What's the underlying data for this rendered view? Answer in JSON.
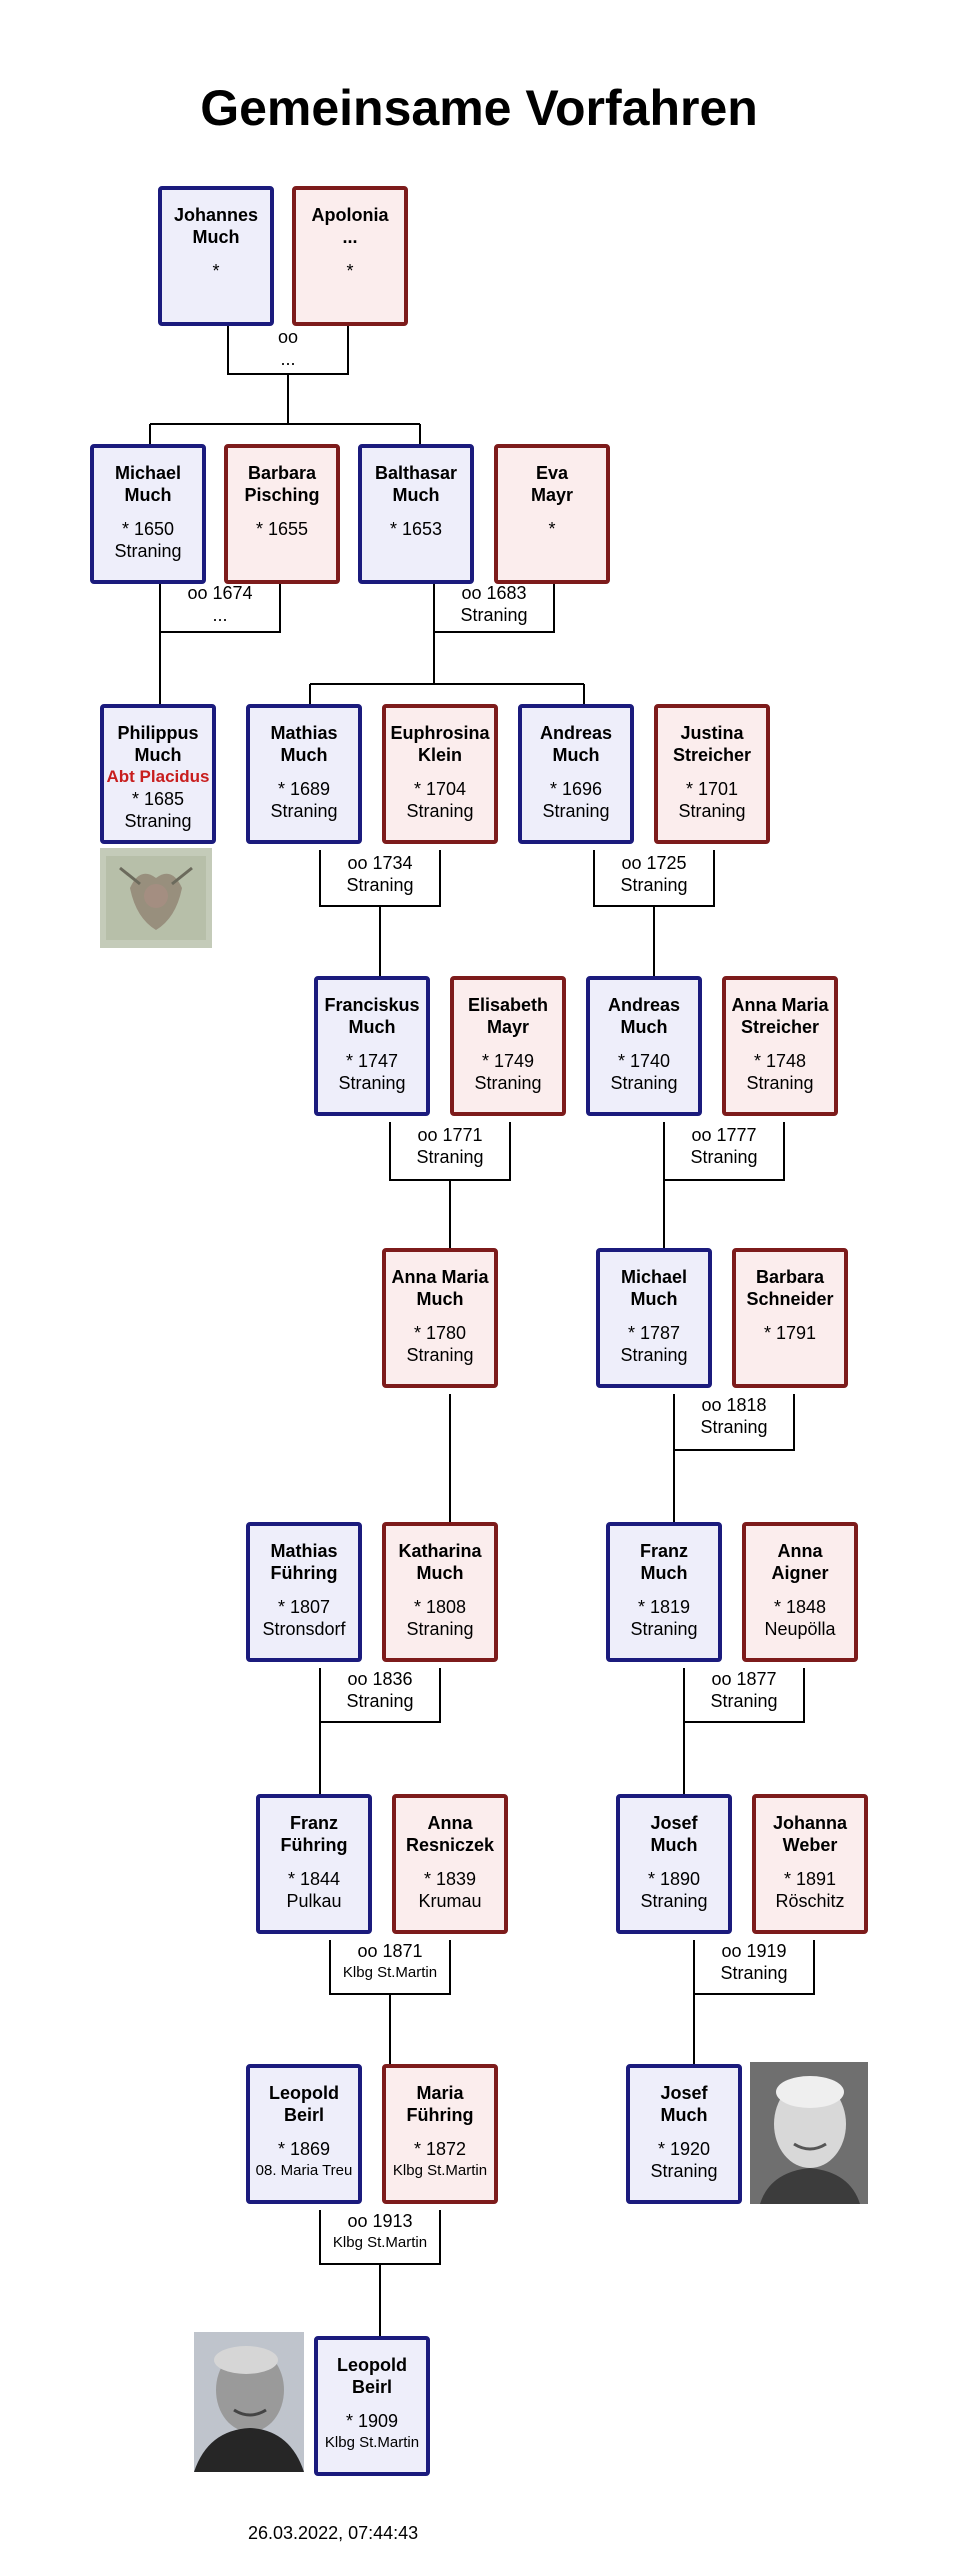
{
  "title": "Gemeinsame Vorfahren",
  "timestamp": "26.03.2022, 07:44:43",
  "persons": {
    "johannes": {
      "name1": "Johannes",
      "name2": "Much",
      "b1": "*",
      "b2": ""
    },
    "apolonia": {
      "name1": "Apolonia",
      "name2": "...",
      "b1": "*",
      "b2": ""
    },
    "michael_1650": {
      "name1": "Michael",
      "name2": "Much",
      "b1": "* 1650",
      "b2": "Straning"
    },
    "barbara_pisching": {
      "name1": "Barbara",
      "name2": "Pisching",
      "b1": "* 1655",
      "b2": ""
    },
    "balthasar": {
      "name1": "Balthasar",
      "name2": "Much",
      "b1": "* 1653",
      "b2": ""
    },
    "eva_mayr": {
      "name1": "Eva",
      "name2": "Mayr",
      "b1": "*",
      "b2": ""
    },
    "philippus": {
      "name1": "Philippus",
      "name2": "Much",
      "title": "Abt Placidus",
      "b1": "* 1685",
      "b2": "Straning"
    },
    "mathias_1689": {
      "name1": "Mathias",
      "name2": "Much",
      "b1": "* 1689",
      "b2": "Straning"
    },
    "euphrosina": {
      "name1": "Euphrosina",
      "name2": "Klein",
      "b1": "* 1704",
      "b2": "Straning"
    },
    "andreas_1696": {
      "name1": "Andreas",
      "name2": "Much",
      "b1": "* 1696",
      "b2": "Straning"
    },
    "justina": {
      "name1": "Justina",
      "name2": "Streicher",
      "b1": "* 1701",
      "b2": "Straning"
    },
    "franciskus": {
      "name1": "Franciskus",
      "name2": "Much",
      "b1": "* 1747",
      "b2": "Straning"
    },
    "elisabeth": {
      "name1": "Elisabeth",
      "name2": "Mayr",
      "b1": "* 1749",
      "b2": "Straning"
    },
    "andreas_1740": {
      "name1": "Andreas",
      "name2": "Much",
      "b1": "* 1740",
      "b2": "Straning"
    },
    "annamaria_streicher": {
      "name1": "Anna Maria",
      "name2": "Streicher",
      "b1": "* 1748",
      "b2": "Straning"
    },
    "annamaria_much": {
      "name1": "Anna Maria",
      "name2": "Much",
      "b1": "* 1780",
      "b2": "Straning"
    },
    "michael_1787": {
      "name1": "Michael",
      "name2": "Much",
      "b1": "* 1787",
      "b2": "Straning"
    },
    "barbara_schneider": {
      "name1": "Barbara",
      "name2": "Schneider",
      "b1": "* 1791",
      "b2": ""
    },
    "mathias_fuehring": {
      "name1": "Mathias",
      "name2": "Führing",
      "b1": "* 1807",
      "b2": "Stronsdorf"
    },
    "katharina": {
      "name1": "Katharina",
      "name2": "Much",
      "b1": "* 1808",
      "b2": "Straning"
    },
    "franz_1819": {
      "name1": "Franz",
      "name2": "Much",
      "b1": "* 1819",
      "b2": "Straning"
    },
    "anna_aigner": {
      "name1": "Anna",
      "name2": "Aigner",
      "b1": "* 1848",
      "b2": "Neupölla"
    },
    "franz_fuehring": {
      "name1": "Franz",
      "name2": "Führing",
      "b1": "* 1844",
      "b2": "Pulkau"
    },
    "anna_resniczek": {
      "name1": "Anna",
      "name2": "Resniczek",
      "b1": "* 1839",
      "b2": "Krumau"
    },
    "josef_1890": {
      "name1": "Josef",
      "name2": "Much",
      "b1": "* 1890",
      "b2": "Straning"
    },
    "johanna": {
      "name1": "Johanna",
      "name2": "Weber",
      "b1": "* 1891",
      "b2": "Röschitz"
    },
    "leopold_1869": {
      "name1": "Leopold",
      "name2": "Beirl",
      "b1": "* 1869",
      "b2": "08. Maria Treu"
    },
    "maria_fuehring": {
      "name1": "Maria",
      "name2": "Führing",
      "b1": "* 1872",
      "b2": "Klbg St.Martin"
    },
    "josef_1920": {
      "name1": "Josef",
      "name2": "Much",
      "b1": "* 1920",
      "b2": "Straning"
    },
    "leopold_1909": {
      "name1": "Leopold",
      "name2": "Beirl",
      "b1": "* 1909",
      "b2": "Klbg St.Martin"
    }
  },
  "marriages": {
    "m_root": {
      "l1": "oo",
      "l2": "..."
    },
    "m_1674": {
      "l1": "oo 1674",
      "l2": "..."
    },
    "m_1683": {
      "l1": "oo 1683",
      "l2": "Straning"
    },
    "m_1734": {
      "l1": "oo 1734",
      "l2": "Straning"
    },
    "m_1725": {
      "l1": "oo 1725",
      "l2": "Straning"
    },
    "m_1771": {
      "l1": "oo 1771",
      "l2": "Straning"
    },
    "m_1777": {
      "l1": "oo 1777",
      "l2": "Straning"
    },
    "m_1818": {
      "l1": "oo 1818",
      "l2": "Straning"
    },
    "m_1836": {
      "l1": "oo 1836",
      "l2": "Straning"
    },
    "m_1877": {
      "l1": "oo 1877",
      "l2": "Straning"
    },
    "m_1871": {
      "l1": "oo 1871",
      "l2": "Klbg St.Martin"
    },
    "m_1919": {
      "l1": "oo 1919",
      "l2": "Straning"
    },
    "m_1913": {
      "l1": "oo 1913",
      "l2": "Klbg St.Martin"
    }
  },
  "colors": {
    "male_border": "#1b1b7d",
    "male_fill": "#eeeefa",
    "female_border": "#7d1b1b",
    "female_fill": "#fbeded",
    "title_text": "#c81e1e"
  }
}
